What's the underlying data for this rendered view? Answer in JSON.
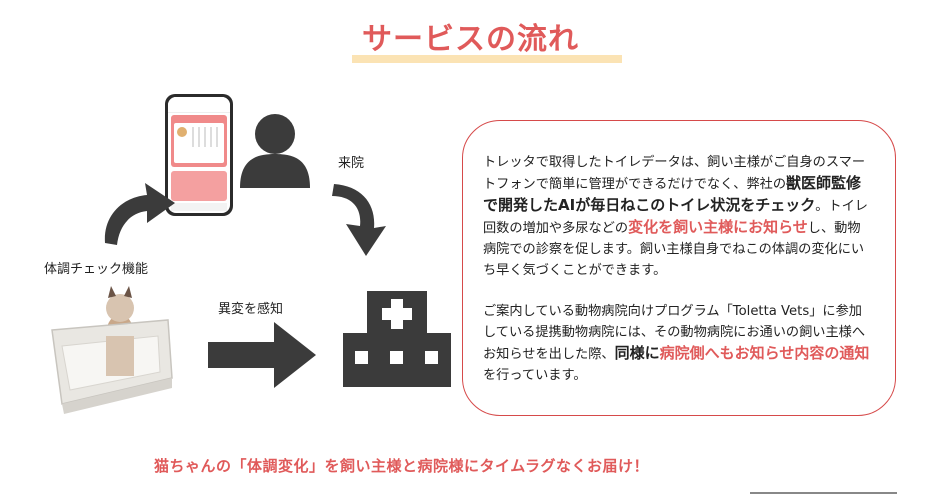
{
  "title": "サービスの流れ",
  "labels": {
    "visit": "来院",
    "health_check": "体調チェック機能",
    "anomaly": "異変を感知"
  },
  "info": {
    "p1_a": "トレッタで取得したトイレデータは、飼い主様がご自身のスマートフォンで簡単に管理ができるだけでなく、弊社の",
    "p1_b": "獣医師監修で開発したAIが毎日ねこのトイレ状況をチェック",
    "p1_c": "。トイレ回数の増加や多尿などの",
    "p1_d": "変化を飼い主様にお知らせ",
    "p1_e": "し、動物病院での診察を促します。飼い主様自身でねこの体調の変化にいち早く気づくことができます。",
    "p2_a": "ご案内している動物病院向けプログラム「Toletta Vets」に参加している提携動物病院には、その動物病院にお通いの飼い主様へお知らせを出した際、",
    "p2_b": "同様に",
    "p2_c": "病院側へもお知らせ内容の通知",
    "p2_d": "を行っています。"
  },
  "bottom_message": "猫ちゃんの「体調変化」を飼い主様と病院様にタイムラグなくお届け！",
  "colors": {
    "accent": "#e05a5a",
    "icon": "#3b3b3b",
    "underline": "#fbe3b4"
  }
}
